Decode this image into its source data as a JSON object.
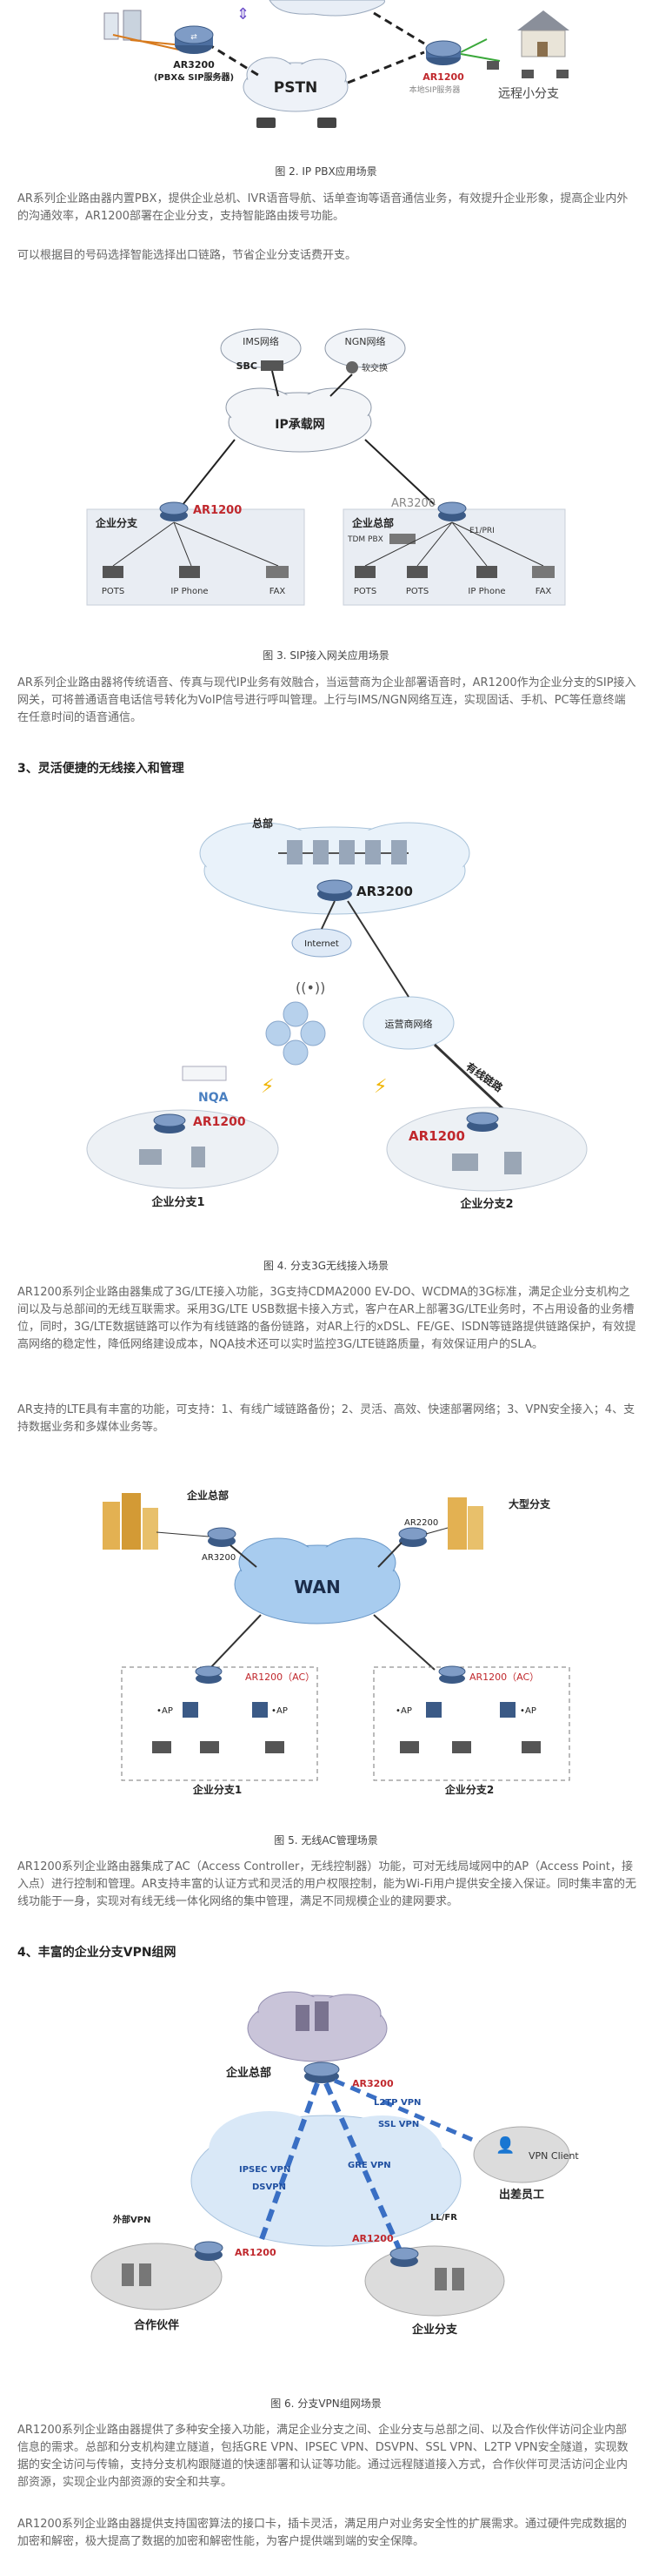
{
  "fig2": {
    "labels": {
      "ar3200": "AR3200",
      "ar3200_sub": "(PBX& SIP服务器)",
      "pstn": "PSTN",
      "ar1200": "AR1200",
      "local_sip": "本地SIP服务器",
      "remote_branch": "远程小分支"
    },
    "caption": "图 2. IP PBX应用场景"
  },
  "para1": "AR系列企业路由器内置PBX，提供企业总机、IVR语音导航、话单查询等语音通信业务，有效提升企业形象，提高企业内外的沟通效率，AR1200部署在企业分支，支持智能路由拨号功能。",
  "para2": "可以根据目的号码选择智能选择出口链路，节省企业分支话费开支。",
  "fig3": {
    "labels": {
      "ims": "IMS网络",
      "ngn": "NGN网络",
      "sbc": "SBC",
      "softswitch": "软交换",
      "ip_network": "IP承载网",
      "branch": "企业分支",
      "ar1200": "AR1200",
      "hq": "企业总部",
      "ar3200": "AR3200",
      "e1": "E1/PRI",
      "tdm_pbx": "TDM PBX",
      "pots": "POTS",
      "ip_phone": "IP Phone",
      "fax": "FAX"
    },
    "caption": "图 3. SIP接入网关应用场景"
  },
  "para3": "AR系列企业路由器将传统语音、传真与现代IP业务有效融合，当运营商为企业部署语音时，AR1200作为企业分支的SIP接入网关，可将普通语音电话信号转化为VoIP信号进行呼叫管理。上行与IMS/NGN网络互连，实现固话、手机、PC等任意终端在任意时间的语音通信。",
  "heading3": "3、灵活便捷的无线接入和管理",
  "fig4": {
    "labels": {
      "hq": "总部",
      "ar3200": "AR3200",
      "internet": "Internet",
      "carrier": "运营商网络",
      "wired": "有线链路",
      "nqa": "NQA",
      "ar1200": "AR1200",
      "branch1": "企业分支1",
      "branch2": "企业分支2"
    },
    "caption": "图 4. 分支3G无线接入场景"
  },
  "para4": "AR1200系列企业路由器集成了3G/LTE接入功能，3G支持CDMA2000 EV-DO、WCDMA的3G标准，满足企业分支机构之间以及与总部间的无线互联需求。采用3G/LTE USB数据卡接入方式，客户在AR上部署3G/LTE业务时，不占用设备的业务槽位，同时，3G/LTE数据链路可以作为有线链路的备份链路，对AR上行的xDSL、FE/GE、ISDN等链路提供链路保护，有效提高网络的稳定性，降低网络建设成本，NQA技术还可以实时监控3G/LTE链路质量，有效保证用户的SLA。",
  "para5": "AR支持的LTE具有丰富的功能，可支持：1、有线广域链路备份；2、灵活、高效、快速部署网络；3、VPN安全接入；4、支持数据业务和多媒体业务等。",
  "fig5": {
    "labels": {
      "hq": "企业总部",
      "big_branch": "大型分支",
      "ar3200": "AR3200",
      "ar2200": "AR2200",
      "wan": "WAN",
      "ar1200_ac": "AR1200（AC）",
      "ap": "AP",
      "branch1": "企业分支1",
      "branch2": "企业分支2"
    },
    "caption": "图 5. 无线AC管理场景"
  },
  "para6": "AR1200系列企业路由器集成了AC（Access Controller，无线控制器）功能，可对无线局域网中的AP（Access Point，接入点）进行控制和管理。AR支持丰富的认证方式和灵活的用户权限控制，能为Wi-Fi用户提供安全接入保证。同时集丰富的无线功能于一身，实现对有线无线一体化网络的集中管理，满足不同规模企业的建网要求。",
  "heading4": "4、丰富的企业分支VPN组网",
  "fig6": {
    "labels": {
      "hq": "企业总部",
      "ar3200": "AR3200",
      "l2tp": "L2TP VPN",
      "ssl": "SSL VPN",
      "ipsec": "IPSEC VPN",
      "dsvpn": "DSVPN",
      "gre": "GRE VPN",
      "vpn_client": "VPN Client",
      "traveler": "出差员工",
      "ext_vpn": "外部VPN",
      "ar1200": "AR1200",
      "llfr": "LL/FR",
      "partner": "合作伙伴",
      "branch": "企业分支"
    },
    "caption": "图 6. 分支VPN组网场景"
  },
  "para7": "AR1200系列企业路由器提供了多种安全接入功能，满足企业分支之间、企业分支与总部之间、以及合作伙伴访问企业内部信息的需求。总部和分支机构建立隧道，包括GRE VPN、IPSEC VPN、DSVPN、SSL VPN、L2TP VPN安全隧道，实现数据的安全访问与传输，支持分支机构跟隧道的快速部署和认证等功能。通过远程隧道接入方式，合作伙伴可灵活访问企业内部资源，实现企业内部资源的安全和共享。",
  "para8": "AR1200系列企业路由器提供支持国密算法的接口卡，插卡灵活，满足用户对业务安全性的扩展需求。通过硬件完成数据的加密和解密，极大提高了数据的加密和解密性能，为客户提供端到端的安全保障。"
}
